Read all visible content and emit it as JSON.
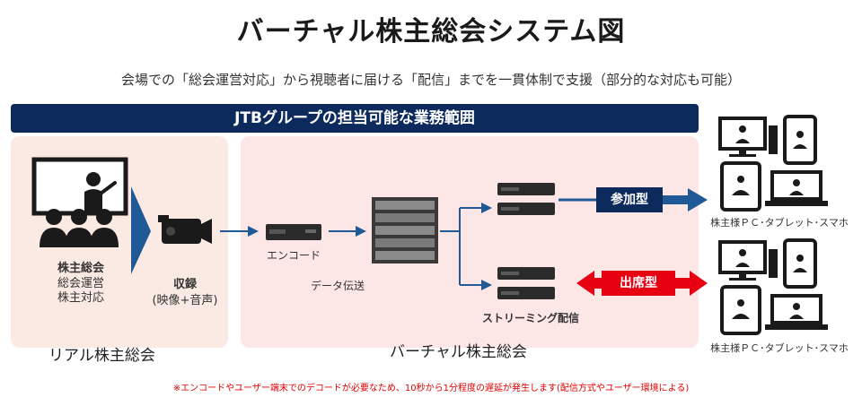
{
  "title": "バーチャル株主総会システム図",
  "subtitle": "会場での「総会運営対応」から視聴者に届ける「配信」までを一貫体制で支援（部分的な対応も可能）",
  "banner": "JTBグループの担当可能な業務範囲",
  "real": {
    "main": "株主総会",
    "sub1": "総会運営",
    "sub2": "株主対応",
    "panel_label": "リアル株主総会"
  },
  "record": {
    "label": "収録",
    "sub": "(映像+音声)"
  },
  "encode_label": "エンコード",
  "transfer_label": "データ伝送",
  "streaming_label": "ストリーミング配信",
  "virtual_label": "バーチャル株主総会",
  "types": {
    "participate": "参加型",
    "attend": "出席型"
  },
  "devices_label_1": "株主様ＰＣ･タブレット･スマホ",
  "devices_label_2": "株主様ＰＣ･タブレット･スマホ",
  "note": "※エンコードやユーザー端末でのデコードが必要なため、10秒から1分程度の遅延が発生します(配信方式やユーザー環境による)",
  "colors": {
    "navy": "#0d2a5c",
    "arrow_blue": "#1f5a96",
    "red": "#e60012",
    "panel_real": "#fbeae3",
    "panel_virtual": "#fde6e6"
  }
}
